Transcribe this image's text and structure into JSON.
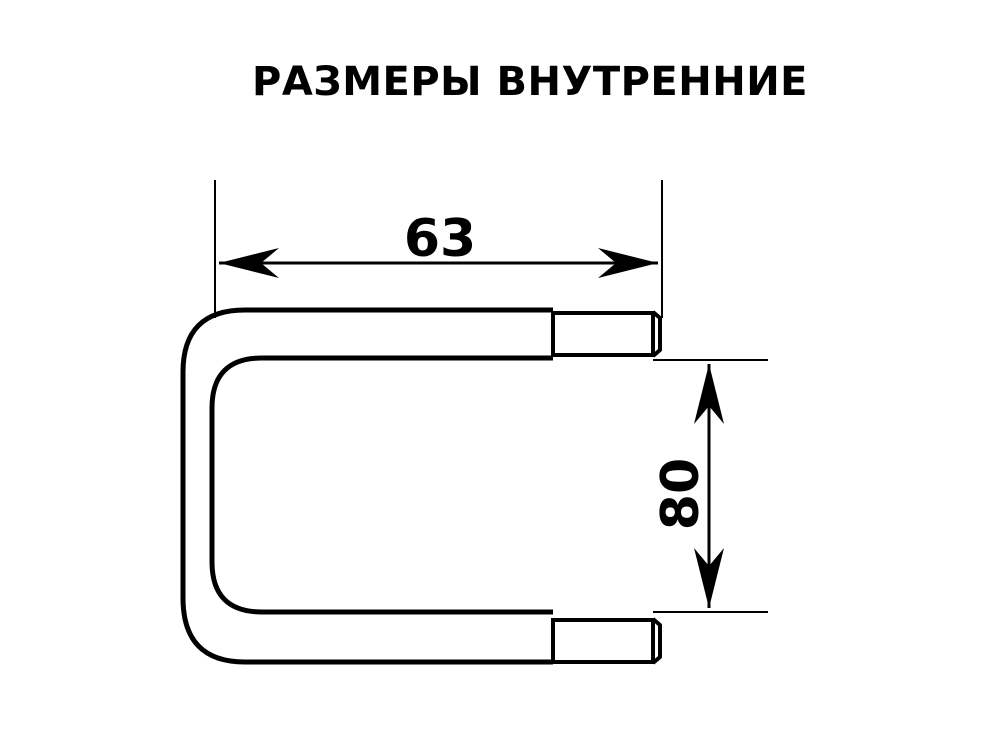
{
  "title": "РАЗМЕРЫ ВНУТРЕННИЕ",
  "dimensions": {
    "width": {
      "value": "63"
    },
    "height": {
      "value": "80"
    }
  },
  "colors": {
    "line": "#000000",
    "background": "#ffffff"
  }
}
